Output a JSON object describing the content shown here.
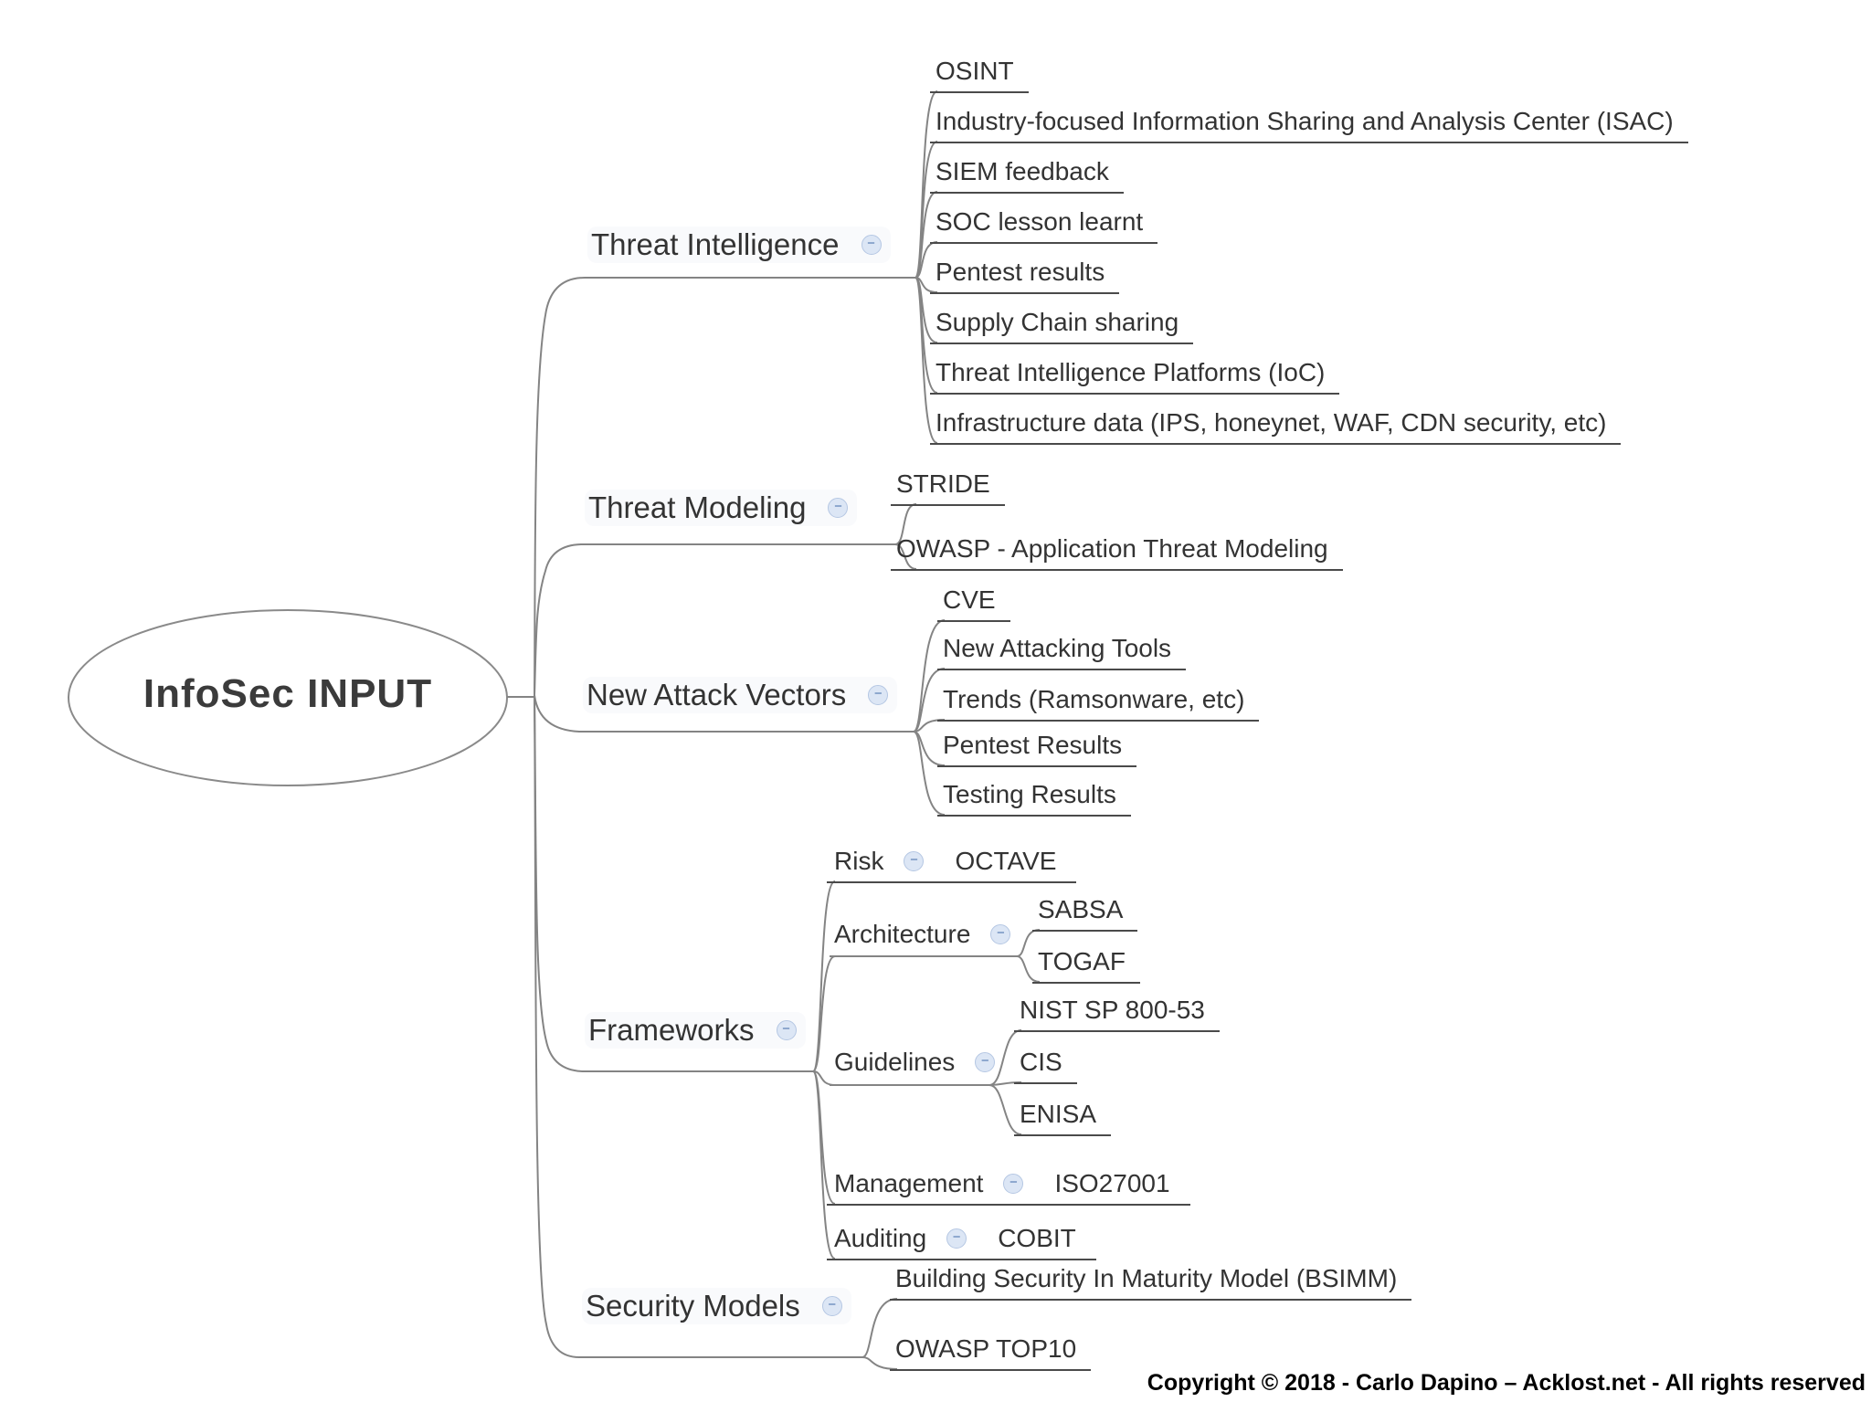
{
  "root": {
    "label": "InfoSec INPUT"
  },
  "icons": {
    "minus": "−"
  },
  "colors": {
    "background": "#ffffff",
    "connector_line": "#8a8a8a",
    "node_underline": "#4a4a4a",
    "text": "#333333",
    "collapse_icon_bg": "#dce6f5",
    "collapse_icon_border": "#b5c7e3",
    "collapse_icon_glyph": "#4d74ad"
  },
  "branches": [
    {
      "label": "Threat Intelligence",
      "children": [
        {
          "label": "OSINT"
        },
        {
          "label": "Industry-focused Information Sharing and Analysis Center (ISAC)"
        },
        {
          "label": "SIEM feedback"
        },
        {
          "label": "SOC lesson learnt"
        },
        {
          "label": "Pentest results"
        },
        {
          "label": "Supply Chain sharing"
        },
        {
          "label": "Threat Intelligence Platforms (IoC)"
        },
        {
          "label": "Infrastructure data (IPS, honeynet, WAF, CDN security, etc)"
        }
      ]
    },
    {
      "label": "Threat Modeling",
      "children": [
        {
          "label": "STRIDE"
        },
        {
          "label": "OWASP - Application Threat Modeling"
        }
      ]
    },
    {
      "label": "New Attack Vectors",
      "children": [
        {
          "label": "CVE"
        },
        {
          "label": "New Attacking Tools"
        },
        {
          "label": "Trends (Ramsonware, etc)"
        },
        {
          "label": "Pentest Results"
        },
        {
          "label": "Testing Results"
        }
      ]
    },
    {
      "label": "Frameworks",
      "children": [
        {
          "label": "Risk",
          "children": [
            {
              "label": "OCTAVE"
            }
          ]
        },
        {
          "label": "Architecture",
          "children": [
            {
              "label": "SABSA"
            },
            {
              "label": "TOGAF"
            }
          ]
        },
        {
          "label": "Guidelines",
          "children": [
            {
              "label": "NIST SP 800-53"
            },
            {
              "label": "CIS"
            },
            {
              "label": "ENISA"
            }
          ]
        },
        {
          "label": "Management",
          "children": [
            {
              "label": "ISO27001"
            }
          ]
        },
        {
          "label": "Auditing",
          "children": [
            {
              "label": "COBIT"
            }
          ]
        }
      ]
    },
    {
      "label": "Security Models",
      "children": [
        {
          "label": "Building Security In Maturity Model (BSIMM)"
        },
        {
          "label": "OWASP TOP10"
        }
      ]
    }
  ],
  "footer": {
    "copyright": "Copyright © 2018 -  Carlo Dapino – Acklost.net - All rights reserved"
  }
}
